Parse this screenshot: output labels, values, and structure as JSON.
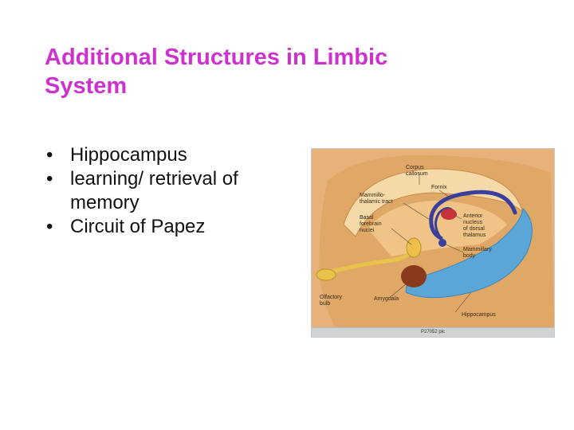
{
  "slide": {
    "title_line1": "Additional Structures in Limbic",
    "title_line2": "System",
    "bullets": [
      {
        "text": "Hippocampus"
      },
      {
        "text": "learning/ retrieval of memory"
      },
      {
        "text": "Circuit of Papez"
      }
    ],
    "bullet_char": "•",
    "title_color": "#cc33cc"
  },
  "figure": {
    "labels": {
      "corpus_callosum": "Corpus callosum",
      "fornix": "Fornix",
      "mammillothalamic_tract": "Mammillo- thalamic tract",
      "basal_forebrain_nuclei": "Basal forebrain nuclei",
      "anterior_nucleus": "Anterior nucleus of dorsal thalamus",
      "mammillary_body": "Mammillary body",
      "olfactory_bulb": "Olfactory bulb",
      "amygdala": "Amygdala",
      "hippocampus": "Hippocampus"
    },
    "caption": "P27052 pic",
    "colors": {
      "brain": "#e0a867",
      "brain_light": "#f3cf98",
      "hippocampus": "#5aa6d6",
      "fornix": "#3a3f9a",
      "amygdala": "#8a3a1c",
      "olfactory": "#e8c24a",
      "anterior_nucleus": "#c8323a"
    }
  }
}
